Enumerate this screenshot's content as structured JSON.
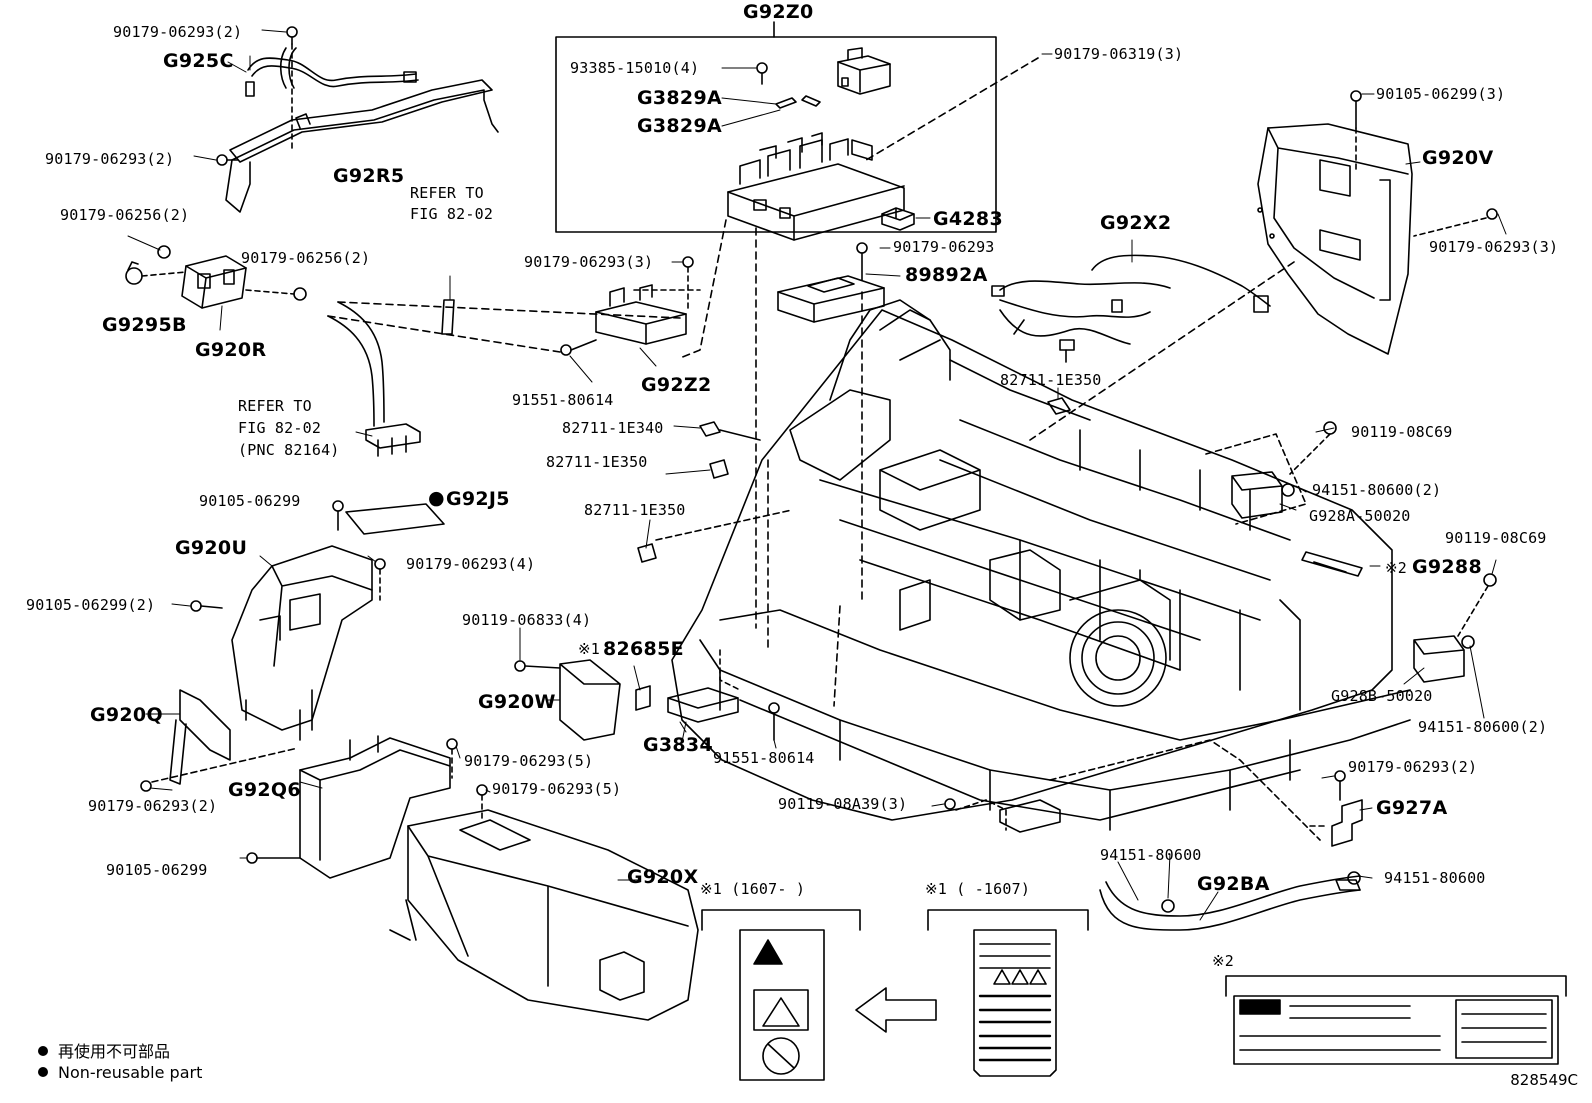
{
  "diagram": {
    "callouts": [
      {
        "id": "c01",
        "text": "G92Z0",
        "big": true
      },
      {
        "id": "c02",
        "text": "90179-06293(2)"
      },
      {
        "id": "c03",
        "text": "G925C",
        "big": true
      },
      {
        "id": "c04",
        "text": "93385-15010(4)"
      },
      {
        "id": "c05",
        "text": "G3829A",
        "big": true
      },
      {
        "id": "c06",
        "text": "G3829A",
        "big": true
      },
      {
        "id": "c07",
        "text": "90179-06319(3)"
      },
      {
        "id": "c08",
        "text": "90105-06299(3)"
      },
      {
        "id": "c09",
        "text": "90179-06293(2)"
      },
      {
        "id": "c10",
        "text": "G92R5",
        "big": true
      },
      {
        "id": "c11",
        "text": "G920V",
        "big": true
      },
      {
        "id": "c12",
        "text": "REFER TO"
      },
      {
        "id": "c13",
        "text": "FIG 82-02"
      },
      {
        "id": "c14",
        "text": "90179-06256(2)"
      },
      {
        "id": "c15",
        "text": "G4283",
        "big": true
      },
      {
        "id": "c16",
        "text": "G92X2",
        "big": true
      },
      {
        "id": "c17",
        "text": "90179-06293"
      },
      {
        "id": "c18",
        "text": "90179-06293(3)"
      },
      {
        "id": "c19",
        "text": "90179-06256(2)"
      },
      {
        "id": "c20",
        "text": "89892A",
        "big": true
      },
      {
        "id": "c21",
        "text": "90179-06293(3)"
      },
      {
        "id": "c22",
        "text": "G9295B",
        "big": true
      },
      {
        "id": "c23",
        "text": "G920R",
        "big": true
      },
      {
        "id": "c24",
        "text": "91551-80614"
      },
      {
        "id": "c25",
        "text": "G92Z2",
        "big": true
      },
      {
        "id": "c26",
        "text": "82711-1E350"
      },
      {
        "id": "c27",
        "text": "REFER TO"
      },
      {
        "id": "c28",
        "text": "FIG 82-02"
      },
      {
        "id": "c29",
        "text": "(PNC 82164)"
      },
      {
        "id": "c30",
        "text": "82711-1E340"
      },
      {
        "id": "c31",
        "text": "90119-08C69"
      },
      {
        "id": "c32",
        "text": "82711-1E350"
      },
      {
        "id": "c33",
        "text": "94151-80600(2)"
      },
      {
        "id": "c34",
        "text": "90105-06299"
      },
      {
        "id": "c35",
        "text": "G92J5",
        "big": true
      },
      {
        "id": "c36",
        "text": "82711-1E350"
      },
      {
        "id": "c37",
        "text": "G928A-50020"
      },
      {
        "id": "c38",
        "text": "G920U",
        "big": true
      },
      {
        "id": "c39",
        "text": "90179-06293(4)"
      },
      {
        "id": "c40",
        "text": "90119-08C69"
      },
      {
        "id": "c41",
        "text": "※2"
      },
      {
        "id": "c42",
        "text": "G9288",
        "big": true
      },
      {
        "id": "c43",
        "text": "90105-06299(2)"
      },
      {
        "id": "c44",
        "text": "90119-06833(4)"
      },
      {
        "id": "c45",
        "text": "※1"
      },
      {
        "id": "c46",
        "text": "82685E",
        "big": true
      },
      {
        "id": "c47",
        "text": "G920W",
        "big": true
      },
      {
        "id": "c48",
        "text": "G928B-50020"
      },
      {
        "id": "c49",
        "text": "G920Q",
        "big": true
      },
      {
        "id": "c50",
        "text": "94151-80600(2)"
      },
      {
        "id": "c51",
        "text": "G3834",
        "big": true
      },
      {
        "id": "c52",
        "text": "91551-80614"
      },
      {
        "id": "c53",
        "text": "90179-06293(2)"
      },
      {
        "id": "c54",
        "text": "90179-06293(5)"
      },
      {
        "id": "c55",
        "text": "G92Q6",
        "big": true
      },
      {
        "id": "c56",
        "text": "90179-06293(5)"
      },
      {
        "id": "c57",
        "text": "90119-08A39(3)"
      },
      {
        "id": "c58",
        "text": "G927A",
        "big": true
      },
      {
        "id": "c59",
        "text": "90179-06293(2)"
      },
      {
        "id": "c60",
        "text": "94151-80600"
      },
      {
        "id": "c61",
        "text": "90105-06299"
      },
      {
        "id": "c62",
        "text": "G92BA",
        "big": true
      },
      {
        "id": "c63",
        "text": "94151-80600"
      },
      {
        "id": "c64",
        "text": "G920X",
        "big": true
      },
      {
        "id": "c65",
        "text": "※1 (1607-    )"
      },
      {
        "id": "c66",
        "text": "※1 (    -1607)"
      },
      {
        "id": "c67",
        "text": "※2"
      }
    ]
  },
  "legend": {
    "jp": "再使用不可部品",
    "en": "Non-reusable part"
  },
  "figure_code": "828549C"
}
